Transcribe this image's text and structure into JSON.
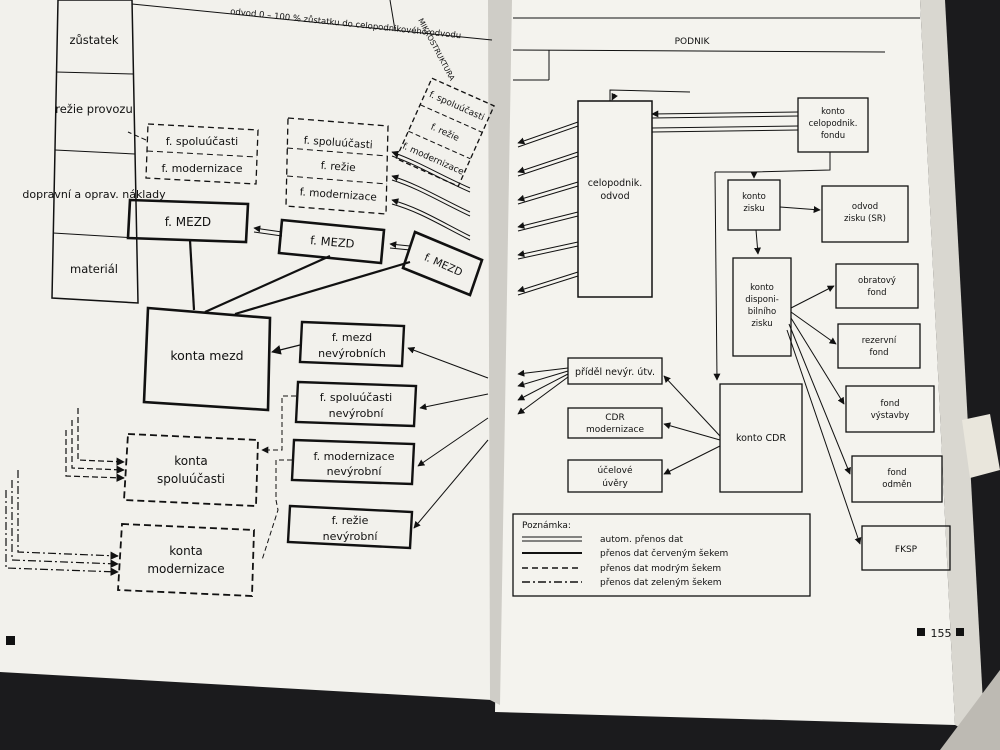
{
  "header": {
    "left_caption": "odvod 0 – 100 % zůstatku do celopodnikového odvodu",
    "mikro": "MIKROSTRUKTURA",
    "podnik": "PODNIK"
  },
  "left_page": {
    "column": [
      "zůstatek",
      "režie provozu",
      "dopravní a oprav. náklady",
      "materiál"
    ],
    "boxes": {
      "spoluucasti": "f. spoluúčasti",
      "modernizace": "f. modernizace",
      "mezd": "f. MEZD",
      "rezie": "f. režie",
      "konta_mezd": "konta mezd",
      "mezd_nevyrobnich": "f. mezd nevýrobních",
      "spoluucasti_nevyrobni": "f. spoluúčasti nevýrobní",
      "modernizace_nevyrobni": "f. modernizace nevýrobní",
      "rezie_nevyrobni": "f. režie nevýrobní",
      "konta_spoluucasti": "konta spoluúčasti",
      "konta_modernizace": "konta modernizace"
    }
  },
  "right_page": {
    "celopodnik_odvod": "celopodnik. odvod",
    "konto_celopodnik_fondu": "konto celopodnik. fondu",
    "konto_zisku": "konto zisku",
    "odvod_zisku": "odvod zisku (SR)",
    "konto_disponibilniho_zisku": "konto disponi- bilního zisku",
    "obratovy_fond": "obratový fond",
    "rezervni_fond": "rezervní fond",
    "fond_vystavby": "fond výstavby",
    "fond_odmen": "fond odměn",
    "fksp": "FKSP",
    "konto_cdr": "konto CDR",
    "pridel": "příděl nevýr. útv.",
    "cdr_modernizace": "CDR modernizace",
    "ucelove_uvery": "účelové úvěry"
  },
  "legend": {
    "title": "Poznámka:",
    "items": [
      {
        "style": "double",
        "text": "autom. přenos dat"
      },
      {
        "style": "solid",
        "text": "přenos dat červeným šekem"
      },
      {
        "style": "dashed",
        "text": "přenos dat modrým šekem"
      },
      {
        "style": "dashdot",
        "text": "přenos dat zeleným šekem"
      }
    ]
  },
  "page_number": "155"
}
